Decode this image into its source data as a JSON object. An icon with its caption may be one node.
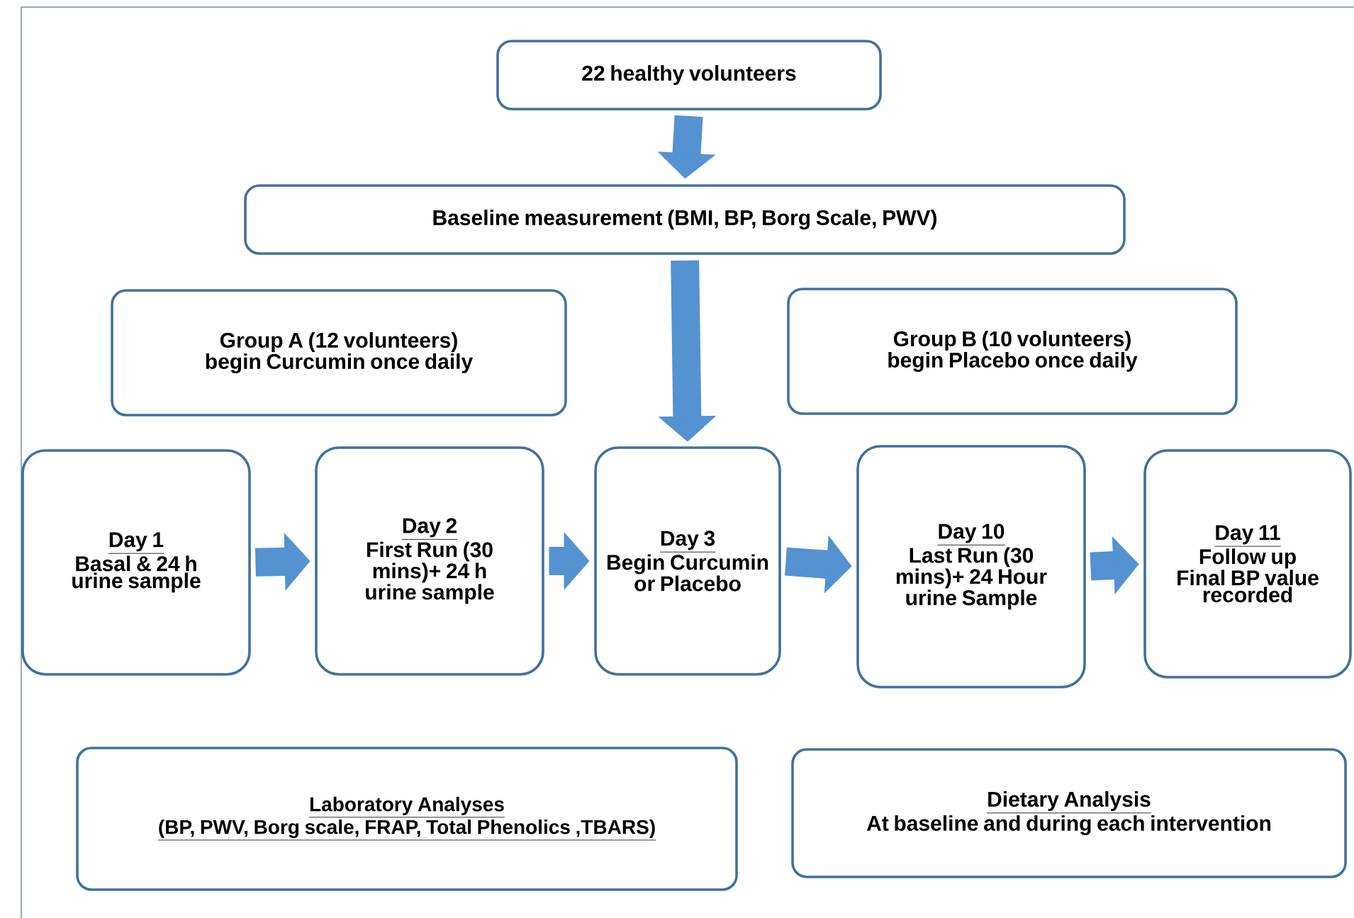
{
  "diagram": {
    "nodes": [
      {
        "text": [
          "22 healthy volunteers"
        ]
      },
      {
        "text": [
          "Baseline measurement (BMI, BP, Borg Scale, PWV)"
        ]
      },
      {
        "text": [
          "Group A (12 volunteers) begin Curcumin once daily"
        ]
      },
      {
        "text": [
          "Group B  (10 volunteers) begin Placebo once daily"
        ]
      },
      {
        "text": [
          "Day 1",
          "Basal & 24 h urine sample"
        ]
      },
      {
        "text": [
          "Day 2",
          "First Run (30 mins)+ 24 h urine sample"
        ]
      },
      {
        "text": [
          "Day 3",
          "Begin Curcumin or Placebo"
        ]
      },
      {
        "text": [
          "Day 10",
          "Last Run (30 mins)+ 24 Hour urine Sample"
        ]
      },
      {
        "text": [
          "Day 11",
          "Follow up Final BP value recorded"
        ]
      },
      {
        "text": [
          "Laboratory Analyses",
          "(BP, PWV, Borg scale, FRAP, Total Phenolics ,TBARS)"
        ]
      },
      {
        "text": [
          "Dietary Analysis",
          "At baseline and during each intervention"
        ]
      }
    ],
    "edges": [
      {
        "from": 0,
        "to": 1,
        "arrow": "to"
      },
      {
        "from": 1,
        "to": 6,
        "arrow": "to"
      },
      {
        "from": 4,
        "to": 5,
        "arrow": "to"
      },
      {
        "from": 5,
        "to": 6,
        "arrow": "to"
      },
      {
        "from": 6,
        "to": 7,
        "arrow": "to"
      },
      {
        "from": 7,
        "to": 8,
        "arrow": "to"
      }
    ]
  }
}
